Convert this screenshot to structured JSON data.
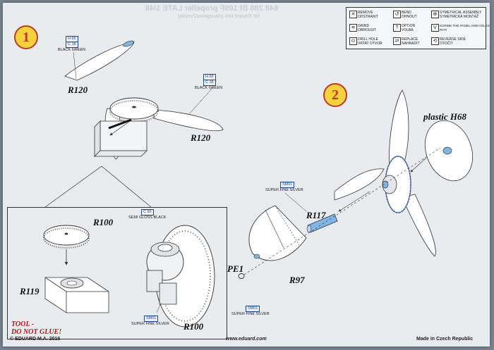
{
  "header": {
    "mirror_title": "648 288 Bf 109F propeller LATE 1/48",
    "mirror_sub": "for Eduard kits (Hasegawa/Zvezda)"
  },
  "legend": {
    "items": [
      {
        "icon": "remove-icon",
        "glyph": "✕",
        "label": "REMOVE\nODSTRANIT"
      },
      {
        "icon": "bend-icon",
        "glyph": "↺",
        "label": "BEND\nOHNOUT"
      },
      {
        "icon": "symmetrical-assembly-icon",
        "glyph": "⊕",
        "label": "SYMETRICAL ASSEMBLY\nSYMETRICKÁ MONTÁŽ"
      },
      {
        "icon": "grind-icon",
        "glyph": "≋",
        "label": "GRIND\nOBROUSIT"
      },
      {
        "icon": "option-icon",
        "glyph": "?",
        "label": "OPTION\nVOLBA"
      },
      {
        "icon": "scribe-icon",
        "glyph": "V",
        "label": "SCRIBE THE PANEL AND HOLES\nRYTÍ"
      },
      {
        "icon": "drill-icon",
        "glyph": "⊙",
        "label": "DRILL HOLE\nVRTAT OTVOR"
      },
      {
        "icon": "replace-icon",
        "glyph": "⇄",
        "label": "REPLACE\nNAHRADIT"
      },
      {
        "icon": "reverse-side-icon",
        "glyph": "⟲",
        "label": "REVERSE SIDE\nOTOČIT"
      }
    ]
  },
  "step1": {
    "number": "1",
    "color_top": {
      "code_a": "H 65",
      "code_b": "C 18",
      "name": "BLACK GREEN"
    },
    "color_right": {
      "code_a": "H 65",
      "code_b": "C 18",
      "name": "BLACK GREEN"
    },
    "part_blade_left": "R120",
    "part_blade_right": "R120"
  },
  "step2": {
    "number": "2",
    "spinner_part": "plastic H68",
    "color_shaft": {
      "code": "SM01",
      "name": "SUPER FINE SILVER"
    },
    "color_ring": {
      "code": "SM01",
      "name": "SUPER FINE SILVER"
    },
    "part_shaft": "R117",
    "part_pe": "PE1",
    "part_cone": "R97"
  },
  "inset": {
    "part_disc": "R100",
    "part_tool": "R119",
    "part_hub": "R100",
    "color_hub": {
      "code": "C 92",
      "name": "SEMI GLOSS BLACK"
    },
    "color_bottom": {
      "code": "SM01",
      "name": "SUPER FINE SILVER"
    },
    "tool_note_1": "TOOL -",
    "tool_note_2": "DO NOT GLUE!"
  },
  "footer": {
    "copyright": "© EDUARD  M.A. 2016",
    "website": "www.eduard.com",
    "made_in": "Made in Czech Republic"
  },
  "colors": {
    "accent_red": "#c0121c",
    "code_blue": "#1a47a0",
    "step_yellow": "#f3d23a",
    "part_blue": "#7fb6e6"
  }
}
